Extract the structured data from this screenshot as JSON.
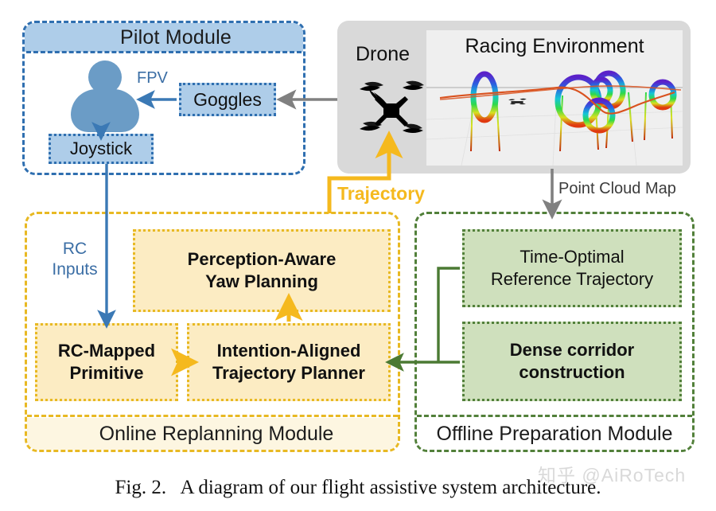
{
  "figure": {
    "caption": "Fig. 2.   A diagram of our flight assistive system architecture.",
    "watermark": "知乎 @AiRoTech"
  },
  "pilot_module": {
    "title": "Pilot Module",
    "avatar_icon": "person-icon",
    "goggles": "Goggles",
    "joystick": "Joystick",
    "fpv_label": "FPV"
  },
  "environment_panel": {
    "drone_label": "Drone",
    "drone_icon": "quadcopter-icon",
    "title": "Racing Environment",
    "scene_icon": "race-gates-3d-scene"
  },
  "online_module": {
    "footer_title": "Online Replanning Module",
    "rc_inputs_label": "RC\nInputs",
    "yaw_planning": "Perception-Aware\nYaw Planning",
    "rc_mapped": "RC-Mapped\nPrimitive",
    "planner": "Intention-Aligned\nTrajectory Planner"
  },
  "offline_module": {
    "footer_title": "Offline Preparation Module",
    "reference_trajectory": "Time-Optimal\nReference Trajectory",
    "dense_corridor": "Dense corridor\nconstruction"
  },
  "edges": {
    "trajectory_label": "Trajectory",
    "point_cloud_label": "Point Cloud Map"
  },
  "colors": {
    "pilot_blue": "#2f6fb0",
    "pilot_fill": "#aecde9",
    "avatar_blue": "#6b9cc6",
    "online_yellow": "#e8b923",
    "online_fill": "#fcecc3",
    "offline_green": "#52803a",
    "offline_fill": "#cfe0bd",
    "panel_gray": "#d9d9d9",
    "arrow_gray": "#808080",
    "trajectory_gold": "#f5b91e"
  }
}
